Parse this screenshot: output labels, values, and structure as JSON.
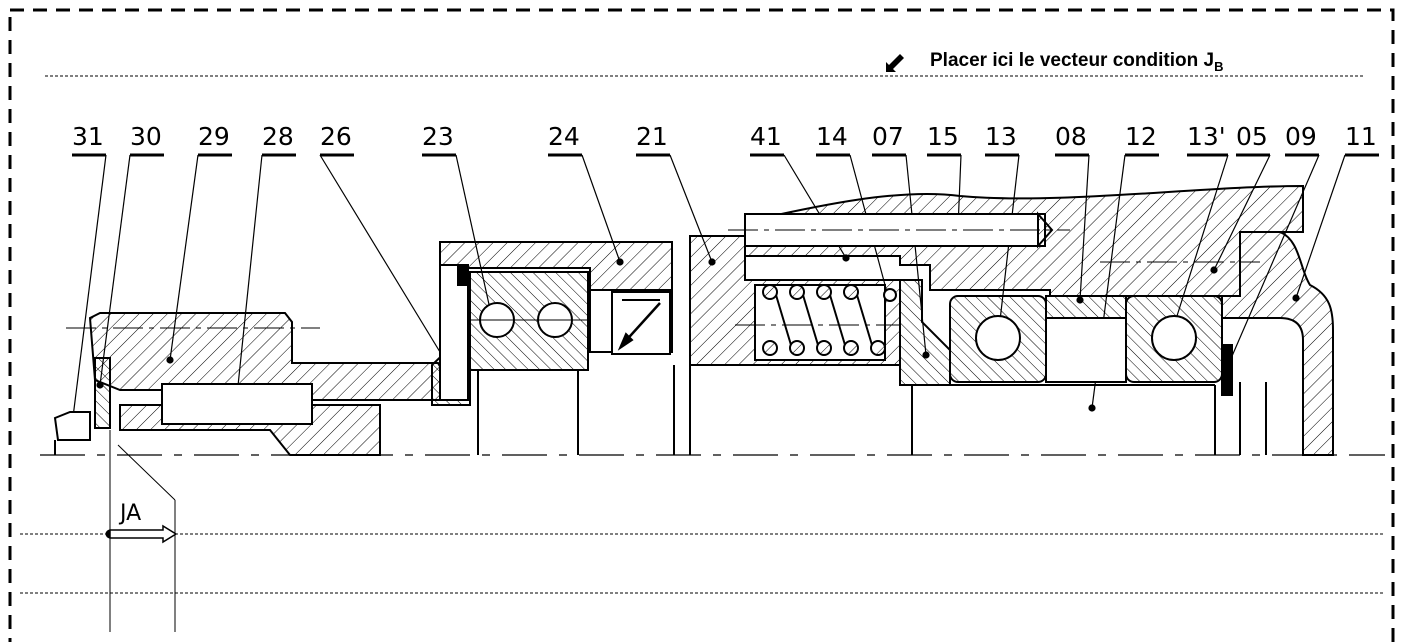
{
  "instruction": {
    "text": "Placer ici le vecteur condition J",
    "subscript": "B",
    "icon": "pencil-icon"
  },
  "part_labels": [
    "31",
    "30",
    "29",
    "28",
    "26",
    "23",
    "24",
    "21",
    "41",
    "14",
    "07",
    "15",
    "13",
    "08",
    "12",
    "13'",
    "05",
    "09",
    "11"
  ],
  "condition": {
    "label": "JA"
  }
}
